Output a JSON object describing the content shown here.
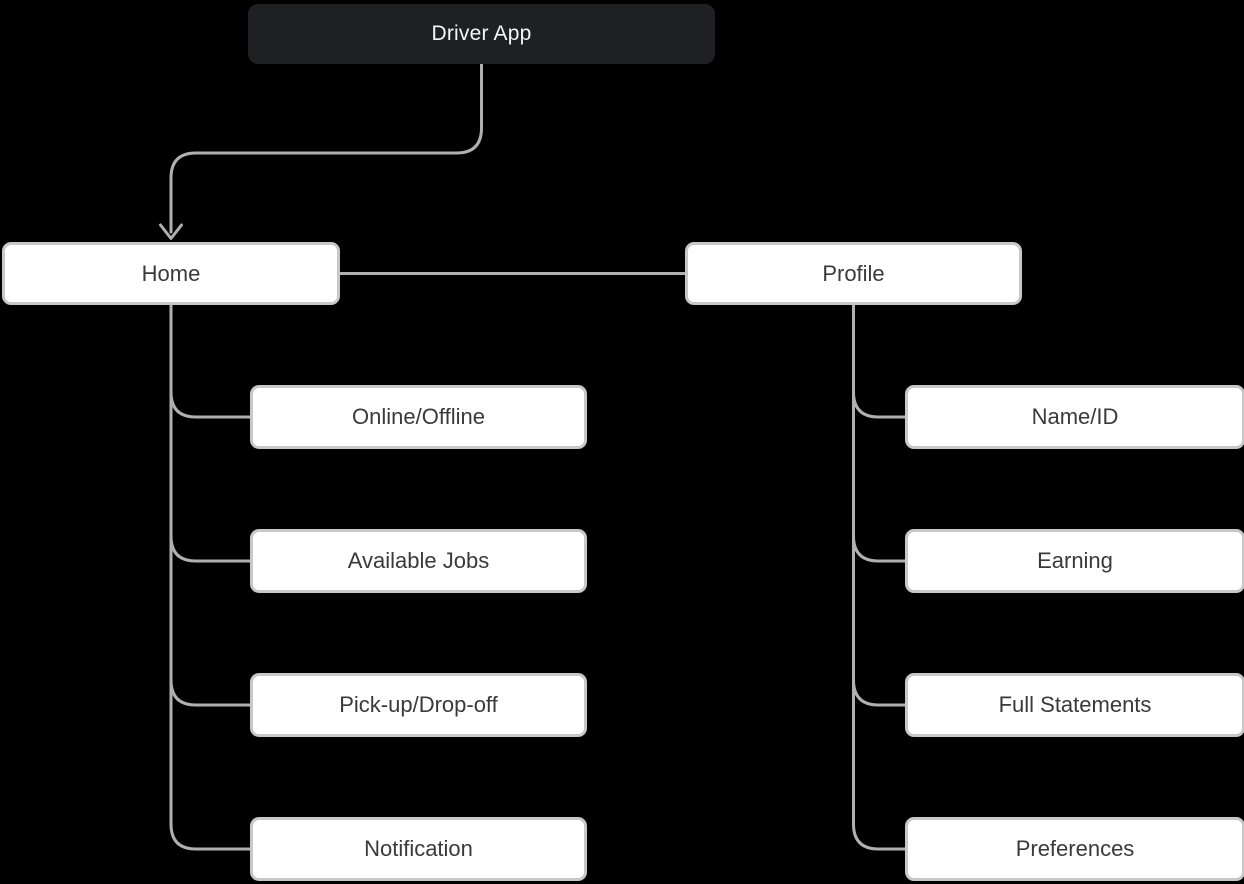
{
  "diagram": {
    "root": {
      "label": "Driver App"
    },
    "home": {
      "label": "Home",
      "children": [
        {
          "label": "Online/Offline"
        },
        {
          "label": "Available Jobs"
        },
        {
          "label": "Pick-up/Drop-off"
        },
        {
          "label": "Notification"
        }
      ]
    },
    "profile": {
      "label": "Profile",
      "children": [
        {
          "label": "Name/ID"
        },
        {
          "label": "Earning"
        },
        {
          "label": "Full Statements"
        },
        {
          "label": "Preferences"
        }
      ]
    }
  },
  "colors": {
    "background": "#000000",
    "root_box_bg": "#1f2023",
    "root_box_text": "#f5f6f7",
    "node_bg": "#ffffff",
    "node_border": "#c8c8c8",
    "node_text": "#3a3a3c",
    "connector": "#b0b0b0"
  }
}
